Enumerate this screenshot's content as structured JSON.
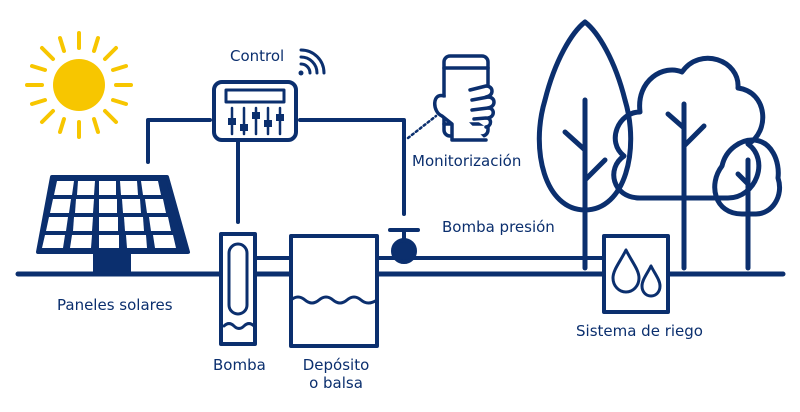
{
  "labels": {
    "control": "Control",
    "monitoring": "Monitorización",
    "solar_panels": "Paneles solares",
    "pressure_pump": "Bomba presión",
    "pump": "Bomba",
    "tank_line1": "Depósito",
    "tank_line2": "o balsa",
    "irrigation": "Sistema de riego"
  },
  "colors": {
    "line": "#0b2f6e",
    "sun": "#f7c600",
    "background": "#ffffff"
  },
  "icons": [
    "sun-icon",
    "solar-panel-icon",
    "controller-icon",
    "wifi-icon",
    "smartphone-icon",
    "pump-icon",
    "tank-icon",
    "pressure-pump-icon",
    "irrigation-icon",
    "tree-icon"
  ]
}
